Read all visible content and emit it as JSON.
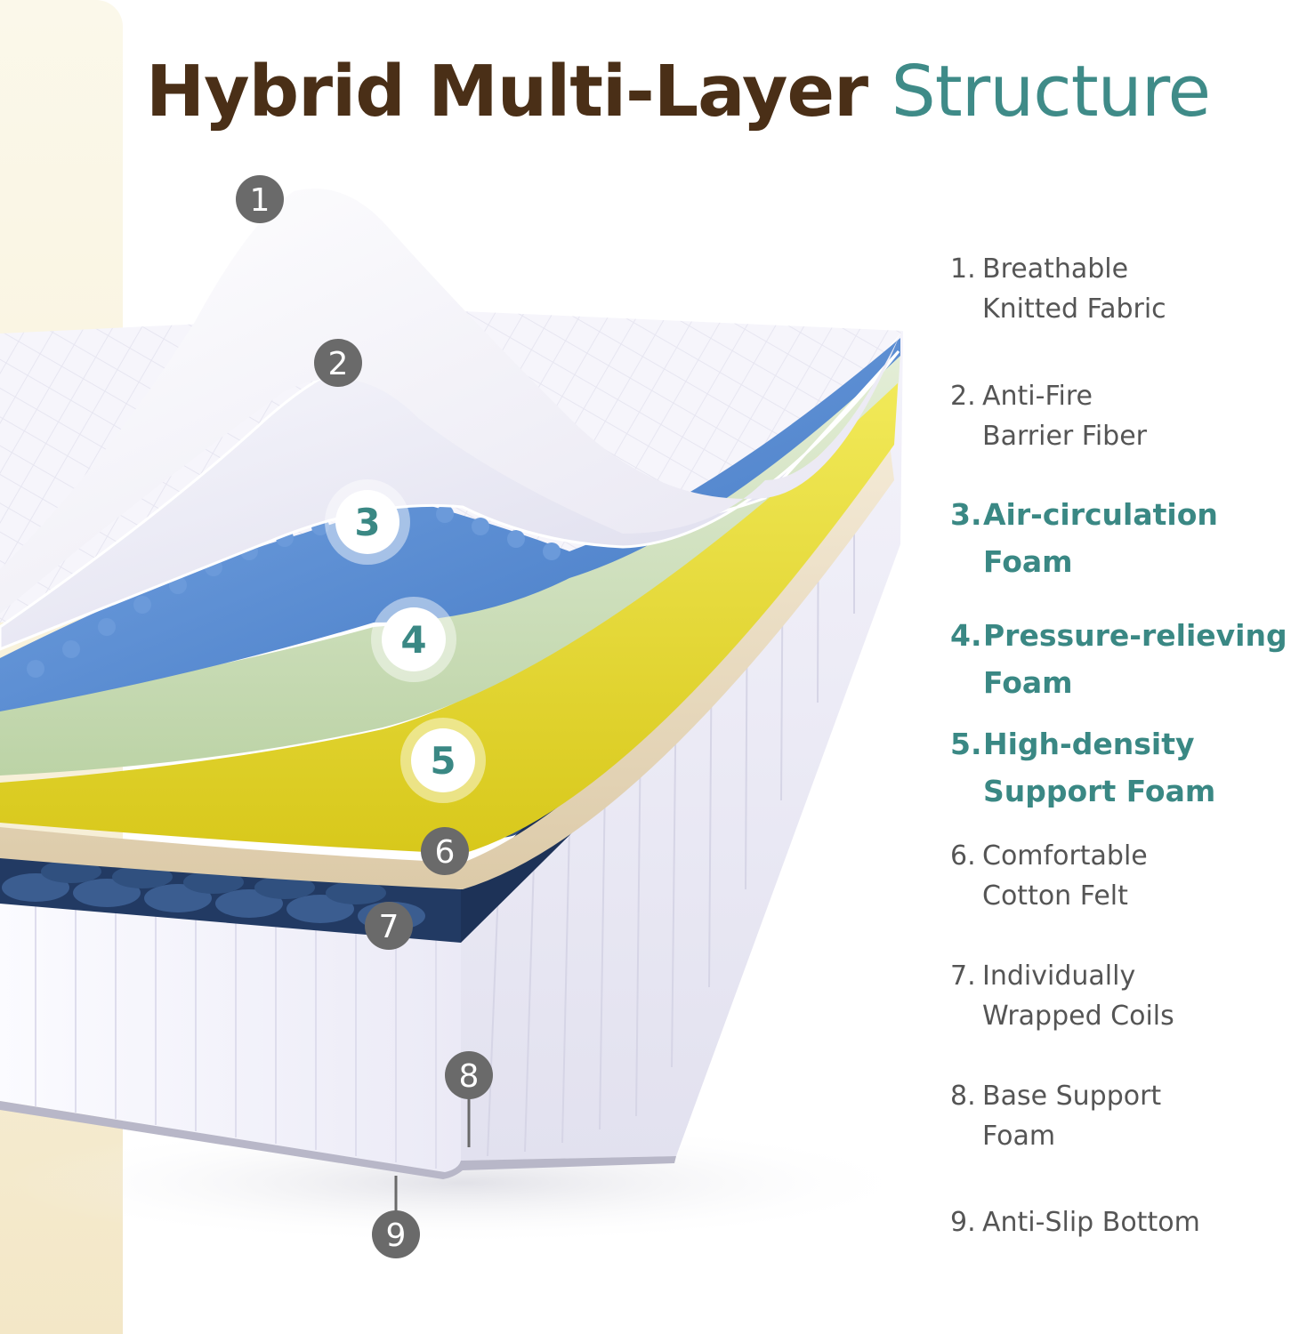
{
  "title": {
    "part1": "Hybrid Multi-Layer",
    "part2": "Structure"
  },
  "colors": {
    "title_dark": "#4a2f17",
    "title_teal": "#3f8b88",
    "highlight": "#3a8884",
    "label_gray": "#555555",
    "badge_gray": "#6a6a6a",
    "air_foam": "#4f86cf",
    "pressure_foam": "#cfe1bb",
    "support_foam": "#e8dc27",
    "cotton_felt": "#eadcc1",
    "coils": "#2f4e7c"
  },
  "badges": [
    "1",
    "2",
    "3",
    "4",
    "5",
    "6",
    "7",
    "8",
    "9"
  ],
  "legend": [
    {
      "num": "1.",
      "lines": [
        "Breathable",
        "Knitted Fabric"
      ]
    },
    {
      "num": "2.",
      "lines": [
        "Anti-Fire",
        "Barrier Fiber"
      ]
    },
    {
      "num": "3.",
      "lines": [
        "Air-circulation",
        "Foam"
      ]
    },
    {
      "num": "4.",
      "lines": [
        "Pressure-relieving",
        "Foam"
      ]
    },
    {
      "num": "5.",
      "lines": [
        "High-density",
        "Support Foam"
      ]
    },
    {
      "num": "6.",
      "lines": [
        "Comfortable",
        "Cotton Felt"
      ]
    },
    {
      "num": "7.",
      "lines": [
        "Individually",
        "Wrapped Coils"
      ]
    },
    {
      "num": "8.",
      "lines": [
        "Base Support",
        "Foam"
      ]
    },
    {
      "num": "9.",
      "lines": [
        "Anti-Slip Bottom"
      ]
    }
  ]
}
